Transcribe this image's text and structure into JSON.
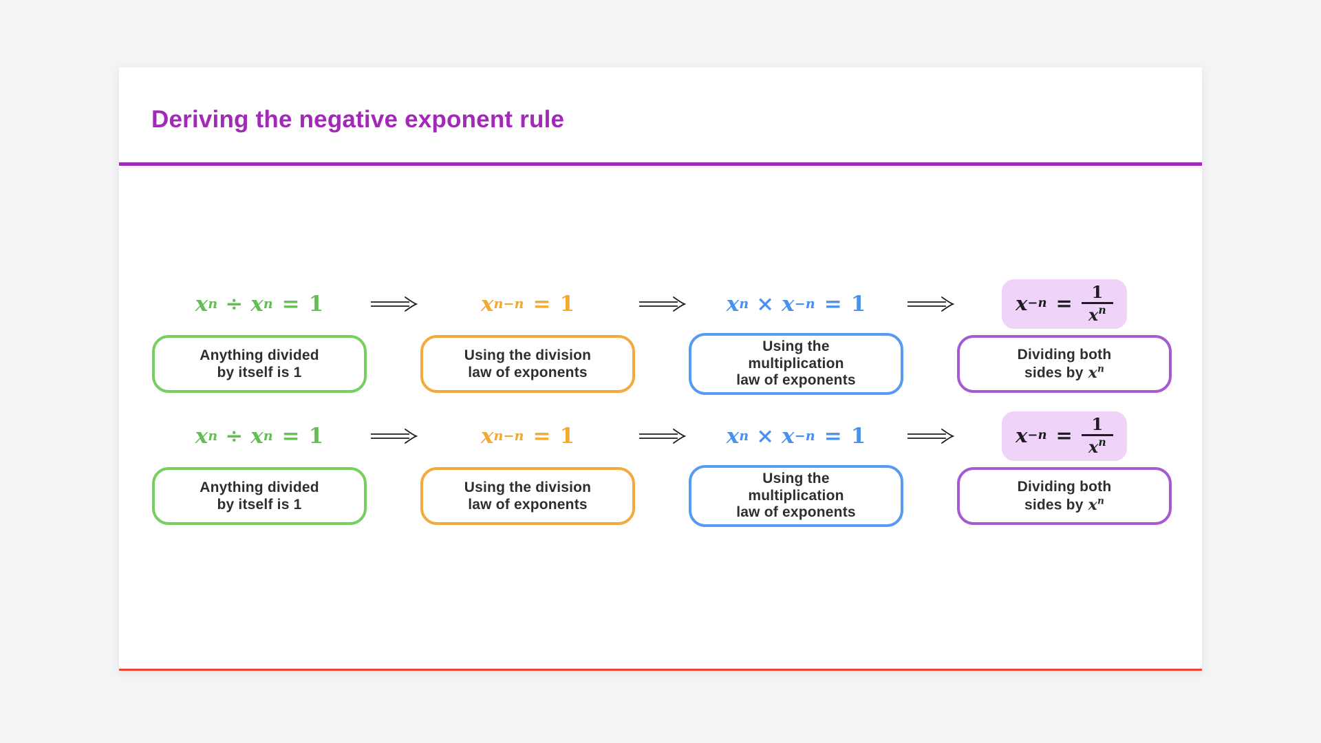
{
  "title": "Deriving the negative exponent rule",
  "colors": {
    "title_purple": "#a228b8",
    "divider_purple": "#a228b8",
    "step_green_border": "#76cf5e",
    "step_orange_border": "#f3a93c",
    "step_blue_border": "#579af3",
    "step_purple_border": "#a55ad4",
    "math_green": "#63bf52",
    "math_orange": "#f2a832",
    "math_blue": "#4a90ee",
    "math_dark": "#1d1d1f",
    "result_highlight_bg": "#efd3f8",
    "bottom_rule_red": "#ee4233",
    "page_background": "#f4f4f6",
    "box_text": "#2e2e2e"
  },
  "icons": {
    "arrow": "implies-double-arrow"
  },
  "steps": {
    "s1": {
      "label_lines": [
        "Anything divided",
        "by itself is 1"
      ],
      "math": {
        "b1": "x",
        "e1": "n",
        "op": "÷",
        "b2": "x",
        "e2": "n",
        "eq": "=",
        "rhs": "1"
      }
    },
    "s2": {
      "label_lines": [
        "Using the division",
        "law of exponents"
      ],
      "math": {
        "b1": "x",
        "e1": "n−n",
        "eq": "=",
        "rhs": "1"
      }
    },
    "s3": {
      "label_lines": [
        "Using the",
        "multiplication",
        "law of exponents"
      ],
      "math": {
        "b1": "x",
        "e1": "n",
        "op": "×",
        "b2": "x",
        "e2": "−n",
        "eq": "=",
        "rhs": "1"
      }
    },
    "s4": {
      "label_lines": [
        "Dividing both",
        "sides by"
      ],
      "label_math": {
        "b": "x",
        "e": "n"
      },
      "math": {
        "b": "x",
        "e": "−n",
        "eq": "=",
        "frac_num": "1",
        "frac_den_b": "x",
        "frac_den_e": "n"
      }
    }
  }
}
